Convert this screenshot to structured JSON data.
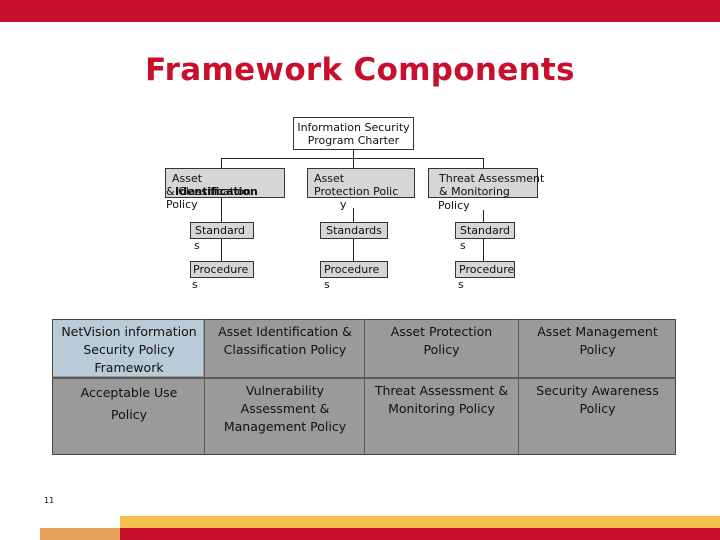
{
  "slide": {
    "title": "Framework Components",
    "page_number": "11",
    "accent_color": "#c8102e",
    "footer_color": "#f5c04f"
  },
  "org": {
    "charter": [
      "Information Security",
      "Program Charter"
    ],
    "policies": [
      {
        "lines": [
          "Asset",
          "Identification",
          "& Classification Policy"
        ]
      },
      {
        "lines": [
          "Asset",
          "Protection Polic",
          "y"
        ]
      },
      {
        "lines": [
          "Threat Assessment",
          "& Monitoring",
          "Policy"
        ]
      }
    ],
    "standards": [
      {
        "label": "Standard",
        "tail": "s"
      },
      {
        "label": "Standards",
        "tail": ""
      },
      {
        "label": "Standard",
        "tail": "s"
      }
    ],
    "procedures": [
      {
        "label": "Procedure",
        "tail": "s"
      },
      {
        "label": "Procedure",
        "tail": "s"
      },
      {
        "label": "Procedure",
        "tail": "s"
      }
    ]
  },
  "framework_table": {
    "rows": [
      [
        "NetVision information Security Policy Framework",
        "Asset Identification & Classification Policy",
        "Asset Protection Policy",
        "Asset Management Policy"
      ],
      [
        "Acceptable Use Policy",
        "Vulnerability Assessment & Management Policy",
        "Threat Assessment & Monitoring Policy",
        "Security Awareness Policy"
      ]
    ],
    "row1_lines": [
      [
        "NetVision information",
        "Security Policy",
        "Framework"
      ],
      [
        "Asset Identification &",
        "Classification Policy"
      ],
      [
        "Asset Protection",
        "Policy"
      ],
      [
        "Asset Management",
        "Policy"
      ]
    ],
    "row2_lines": [
      [
        "Acceptable Use",
        "Policy"
      ],
      [
        "Vulnerability",
        "Assessment &",
        "Management Policy"
      ],
      [
        "Threat Assessment &",
        "Monitoring Policy"
      ],
      [
        "Security Awareness",
        "Policy"
      ]
    ]
  }
}
